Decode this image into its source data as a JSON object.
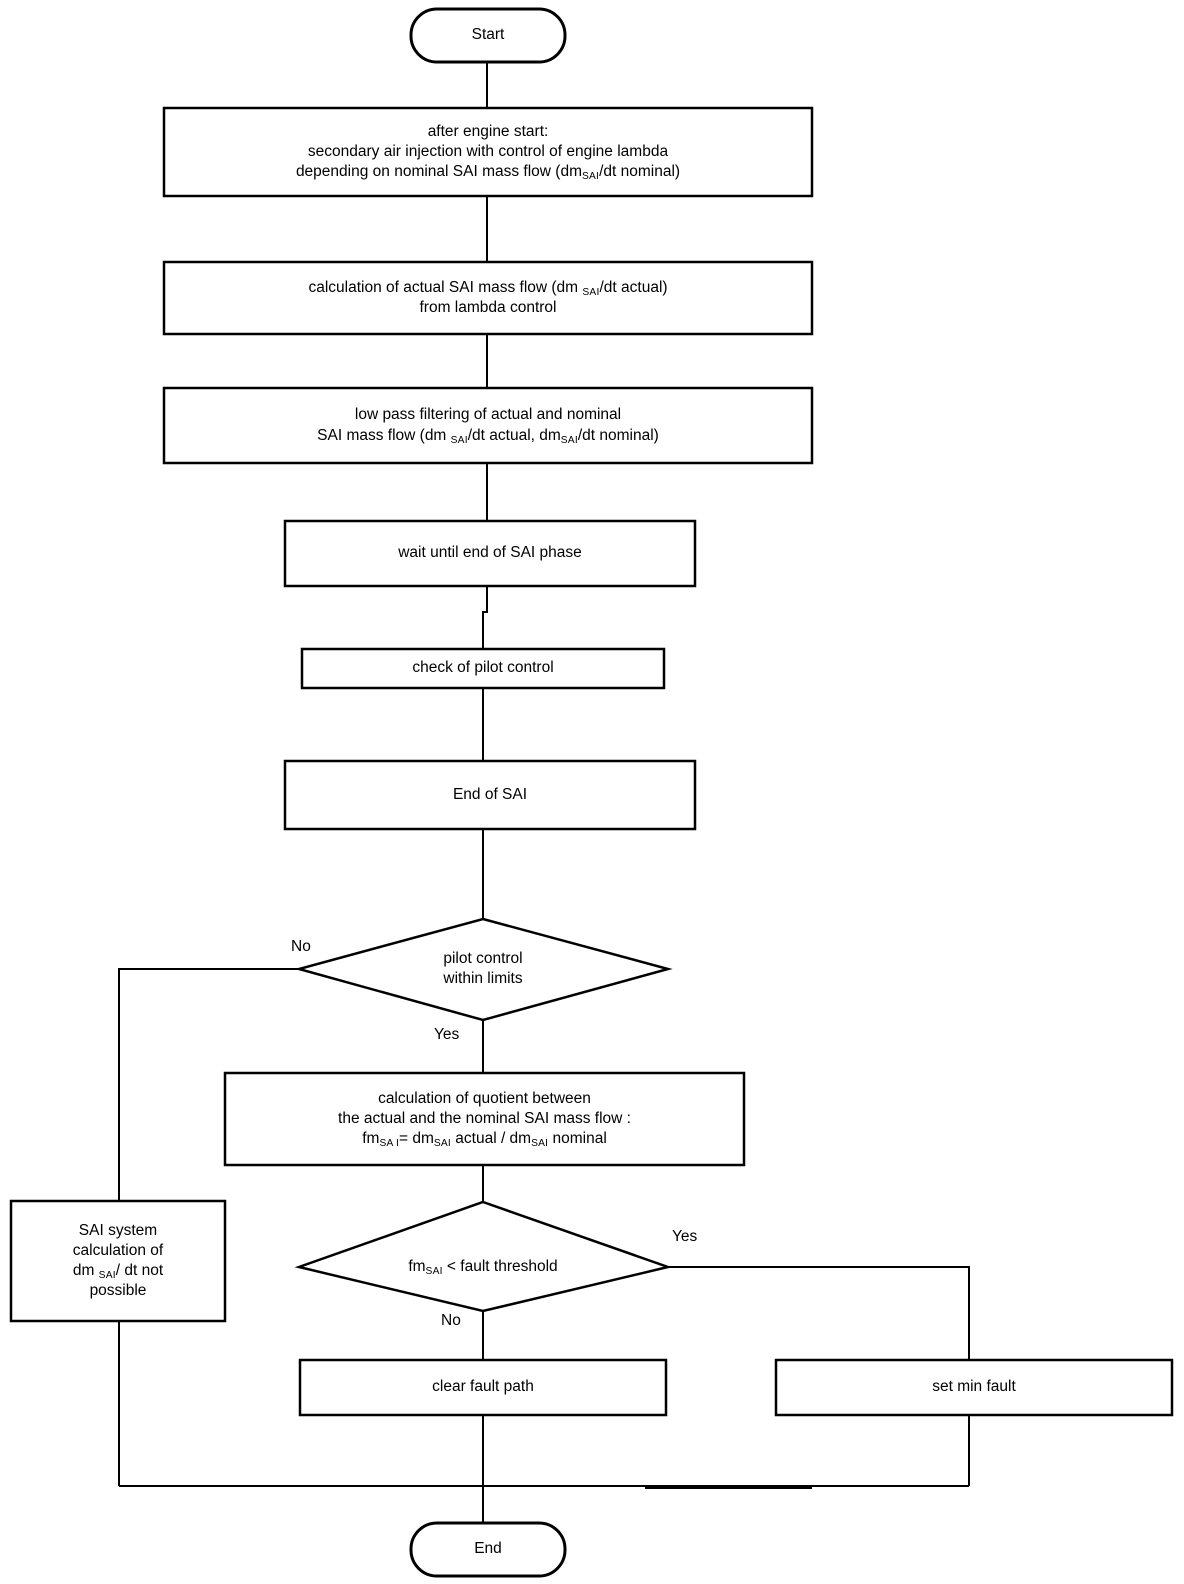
{
  "diagram": {
    "title": "Secondary Air Injection (SAI) diagnosis flowchart",
    "stroke_color": "#000000",
    "fill_color": "#ffffff",
    "background_color": "#ffffff"
  },
  "nodes": {
    "start": {
      "type": "terminator",
      "label": "Start"
    },
    "after_engine_start": {
      "type": "process",
      "lines": [
        "after engine start:",
        "secondary air injection with control of engine lambda",
        "depending on nominal SAI mass flow (dm|SAI|/dt nominal)"
      ]
    },
    "calc_actual": {
      "type": "process",
      "lines": [
        "calculation of actual SAI mass flow (dm |SAI|/dt actual)",
        "from lambda control"
      ]
    },
    "low_pass": {
      "type": "process",
      "lines": [
        "low pass filtering of actual and nominal",
        "SAI mass flow (dm |SAI|/dt actual, dm|SAI|/dt nominal)"
      ]
    },
    "wait_end": {
      "type": "process",
      "lines": [
        "wait until end of SAI phase"
      ]
    },
    "check_pilot": {
      "type": "process",
      "lines": [
        "check of pilot control"
      ]
    },
    "end_of_sai": {
      "type": "process",
      "lines": [
        "End of SAI"
      ]
    },
    "pilot_within_limits": {
      "type": "decision",
      "lines": [
        "pilot control",
        "within limits"
      ]
    },
    "calc_quotient": {
      "type": "process",
      "lines": [
        "calculation of quotient between",
        "the actual and the nominal SAI mass flow :",
        "fm|SA I|= dm|SAI| actual / dm|SAI| nominal"
      ]
    },
    "fault_threshold": {
      "type": "decision",
      "lines": [
        "fm|SAI| < fault threshold"
      ]
    },
    "sai_not_possible": {
      "type": "process",
      "lines": [
        "SAI system",
        "calculation of",
        "dm |SAI|/ dt not",
        "possible"
      ]
    },
    "clear_fault_path": {
      "type": "process",
      "lines": [
        "clear fault path"
      ]
    },
    "set_min_fault": {
      "type": "process",
      "lines": [
        "set min fault"
      ]
    },
    "end": {
      "type": "terminator",
      "label": "End"
    }
  },
  "edge_labels": {
    "pilot_no": "No",
    "pilot_yes": "Yes",
    "fault_yes": "Yes",
    "fault_no": "No"
  }
}
